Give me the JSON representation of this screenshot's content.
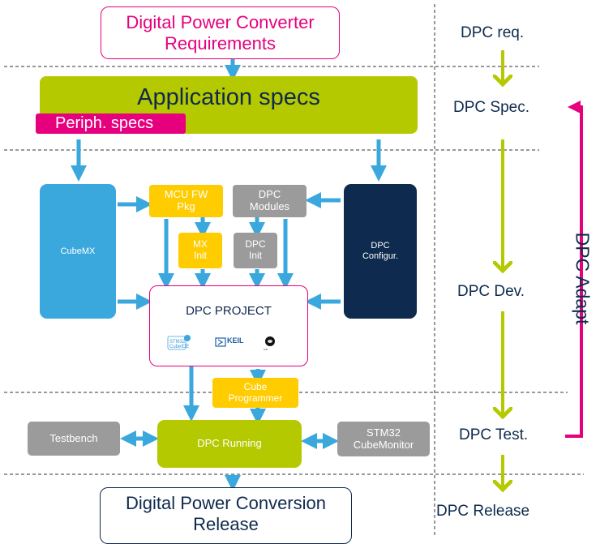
{
  "colors": {
    "lime": "#b5c900",
    "magenta": "#e6007e",
    "blue": "#3aa8dd",
    "gold": "#ffcc00",
    "gray": "#9b9b9b",
    "navy": "#0e2a4e",
    "dark_text": "#0e2a4e"
  },
  "top": {
    "requirements": "Digital Power Converter Requirements"
  },
  "specs": {
    "application": "Application specs",
    "peripheral": "Periph. specs"
  },
  "tools": {
    "cubemx": "CubeMX",
    "mcu_fw_pkg": "MCU FW Pkg",
    "dpc_modules": "DPC Modules",
    "mx_init": "MX Init",
    "dpc_init": "DPC Init",
    "dpc_configur": "DPC Configur.",
    "dpc_project": "DPC PROJECT",
    "cube_programmer": "Cube Programmer",
    "testbench": "Testbench",
    "dpc_running": "DPC Running",
    "stm32_cubemonitor": "STM32 CubeMonitor"
  },
  "logos": {
    "stm32cube": "STM32 CubeIDE",
    "keil": "KEIL",
    "iar": "IAR"
  },
  "bottom": {
    "release": "Digital Power Conversion Release"
  },
  "stages": {
    "req": "DPC req.",
    "spec": "DPC Spec.",
    "dev": "DPC Dev.",
    "test": "DPC Test.",
    "release": "DPC Release",
    "adapt": "DPC Adapt"
  }
}
